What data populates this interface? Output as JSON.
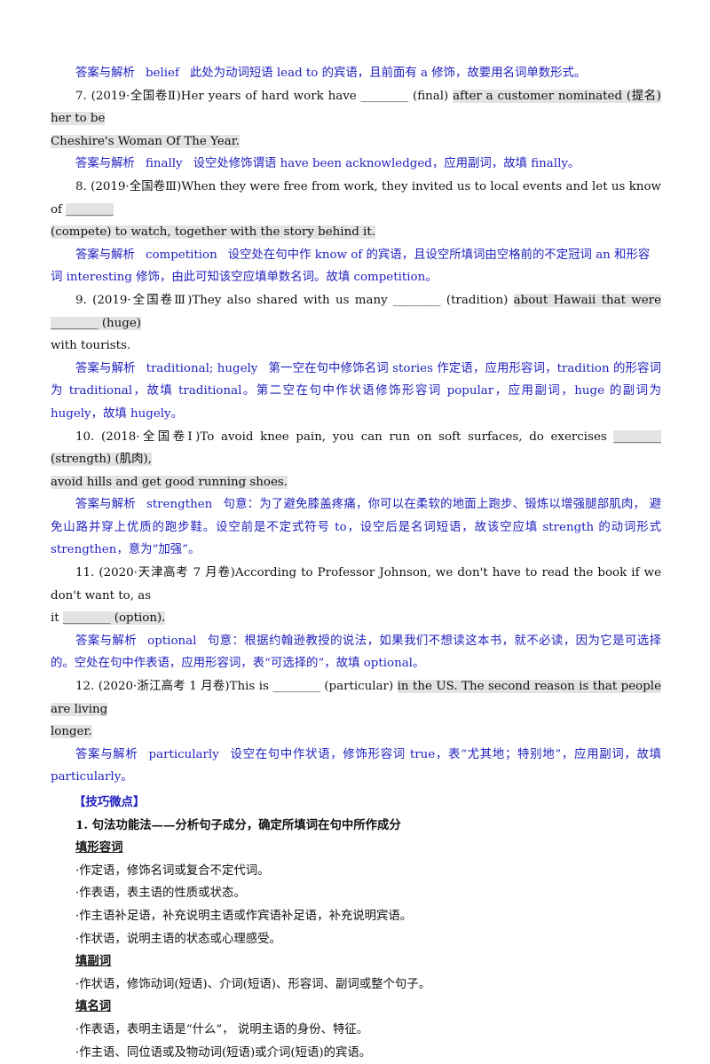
{
  "q6": {
    "ans_label": "答案与解析",
    "ans_word": "belief",
    "ans_text": "此处为动词短语 lead to 的宾语，且前面有 a 修饰，故要用名词单数形式。"
  },
  "q7": {
    "line1_pre": "7.  (2019·全国卷Ⅱ)Her years of hard work have ________ (final) ",
    "line1_hl": " after a customer nominated (提名) her to be",
    "line2_hl": "Cheshire's Woman Of The Year.",
    "ans_label": "答案与解析",
    "ans_word": "finally",
    "ans_text": "设空处修饰谓语 have been acknowledged，应用副词，故填 finally。"
  },
  "q8": {
    "line1_pre": "8.  (2019·全国卷Ⅲ)When they were free from work, they invited us to local events and let us know of ",
    "line1_hl": " ________",
    "line2_hl": "(compete) to watch, together with the story behind it.",
    "ans_label": "答案与解析",
    "ans_word": "competition",
    "ans_text1": "设空处在句中作 know of 的宾语，且设空所填词由空格前的不定冠词 an 和形容",
    "ans_text2": "词 interesting 修饰，由此可知该空应填单数名词。故填 competition。"
  },
  "q9": {
    "line1_pre": "9.  (2019·全国卷Ⅲ)They also shared with us many ________ (tradition) ",
    "line1_hl": " about Hawaii that were ________ (huge)",
    "line2": "with tourists.",
    "ans_label": "答案与解析",
    "ans_word": "traditional; hugely",
    "ans_text1": "第一空在句中修饰名词 stories 作定语，应用形容词，tradition 的形容词为",
    "ans_text2": "traditional，故填 traditional。第二空在句中作状语修饰形容词 popular，应用副词，huge 的副词为 hugely，故填",
    "ans_text3": "hugely。"
  },
  "q10": {
    "line1_pre": "10.  (2018·全国卷Ⅰ)To avoid knee pain, you can run on soft surfaces, do exercises ",
    "line1_hl": " ________ (strength)  (肌肉),",
    "line2_hl": "avoid hills and get good running shoes.",
    "ans_label": "答案与解析",
    "ans_word": "strengthen",
    "ans_text1": "句意：为了避免膝盖疼痛，你可以在柔软的地面上跑步、锻炼以增强腿部肌肉，",
    "ans_text2": "避免山路并穿上优质的跑步鞋。设空前是不定式符号 to，设空后是名词短语，故该空应填 strength 的动词形式",
    "ans_text3": "strengthen，意为“加强”。"
  },
  "q11": {
    "line1": "11.  (2020·天津高考 7 月卷)According to Professor Johnson, we don't have to read the book if we don't want to, as",
    "line2_pre": "it ",
    "line2_hl": " ________ (option).",
    "ans_label": "答案与解析",
    "ans_word": "optional",
    "ans_text1": "句意：根据约翰逊教授的说法，如果我们不想读这本书，就不必读，因为它是可选",
    "ans_text2": "择的。空处在句中作表语，应用形容词，表“可选择的”，故填 optional。"
  },
  "q12": {
    "line1_pre": "12.  (2020·浙江高考 1 月卷)This is ________ (particular) ",
    "line1_hl": " in the US. The second reason is that people are living",
    "line2_hl": "longer.",
    "ans_label": "答案与解析",
    "ans_word": "particularly",
    "ans_text1": "设空在句中作状语，修饰形容词 true，表“尤其地；特别地”，应用副词，故填",
    "ans_text2": "particularly。"
  },
  "tips": {
    "title": "【技巧微点】",
    "heading": "1. 句法功能法——分析句子成分，确定所填词在句中所作成分",
    "adj_title": "填形容词",
    "adj_items": [
      "·作定语，修饰名词或复合不定代词。",
      "·作表语，表主语的性质或状态。",
      "·作主语补足语，补充说明主语或作宾语补足语，补充说明宾语。",
      "·作状语，说明主语的状态或心理感受。"
    ],
    "adv_title": "填副词",
    "adv_items": [
      "·作状语，修饰动词(短语)、介词(短语)、形容词、副词或整个句子。"
    ],
    "noun_title": "填名词",
    "noun_items": [
      "·作表语，表明主语是“什么”，  说明主语的身份、特征。",
      "·作主语、同位语或及物动词(短语)或介词(短语)的宾语。"
    ]
  }
}
